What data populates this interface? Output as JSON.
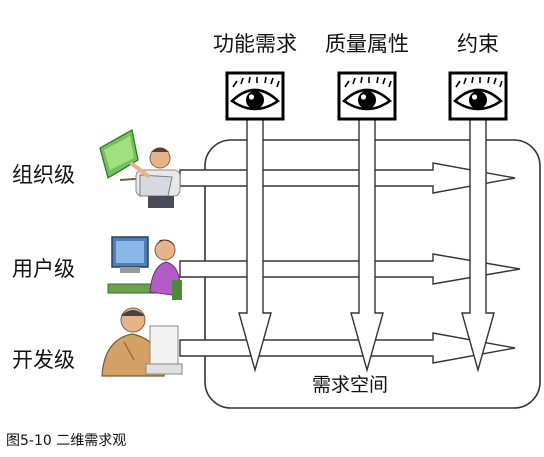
{
  "columns": [
    {
      "label": "功能需求",
      "icon": "eye-icon"
    },
    {
      "label": "质量属性",
      "icon": "eye-icon"
    },
    {
      "label": "约束",
      "icon": "eye-icon"
    }
  ],
  "rows": [
    {
      "label": "组织级",
      "icon": "presenter-icon"
    },
    {
      "label": "用户级",
      "icon": "computer-user-icon"
    },
    {
      "label": "开发级",
      "icon": "developer-icon"
    }
  ],
  "space_label": "需求空间",
  "caption": "图5-10 二维需求观"
}
